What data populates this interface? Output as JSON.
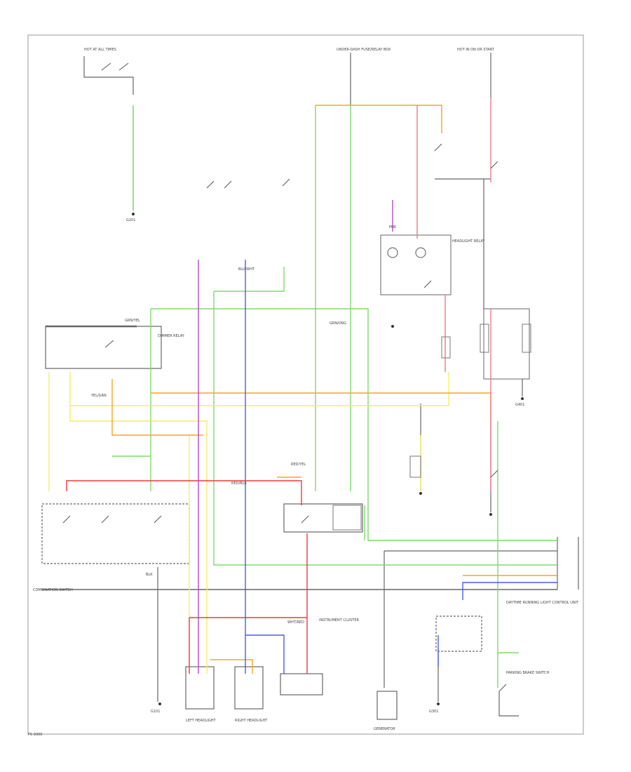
{
  "colors": {
    "green": "#7ddc6a",
    "yellow": "#f2ee62",
    "orange": "#f5a623",
    "red": "#f03a3a",
    "pink": "#f07a8a",
    "blue": "#4a5cf0",
    "purple": "#b04ad0",
    "black": "#555555",
    "gray": "#8a8a8a"
  },
  "labels": {
    "combination_switch": "COMBINATION SWITCH",
    "left_headlight": "LEFT HEADLIGHT",
    "right_headlight": "RIGHT HEADLIGHT",
    "generator": "GENERATOR",
    "instrument_cluster": "INSTRUMENT CLUSTER",
    "daytime_running_light_control_unit": "DAYTIME RUNNING LIGHT CONTROL UNIT",
    "dimmer_relay": "DIMMER RELAY",
    "headlight_relay": "HEADLIGHT RELAY",
    "parking_brake_switch": "PARKING BRAKE SWITCH",
    "ground_left": "G201",
    "ground_center": "G301",
    "ground_right": "G401",
    "ground_bottom": "G101",
    "fuse_box": "UNDER-DASH FUSE/RELAY BOX",
    "hot_all_times": "HOT AT ALL TIMES",
    "hot_in_on": "HOT IN ON OR START",
    "footer_code": "F6 0000"
  },
  "wire_labels": {
    "grn_yel": "GRN/YEL",
    "yel_grn": "YEL/GRN",
    "red_blk": "RED/BLK",
    "blu_wht": "BLU/WHT",
    "wht_red": "WHT/RED",
    "grn_org": "GRN/ORG",
    "blk": "BLK",
    "red_yel": "RED/YEL",
    "pnk": "PNK"
  }
}
